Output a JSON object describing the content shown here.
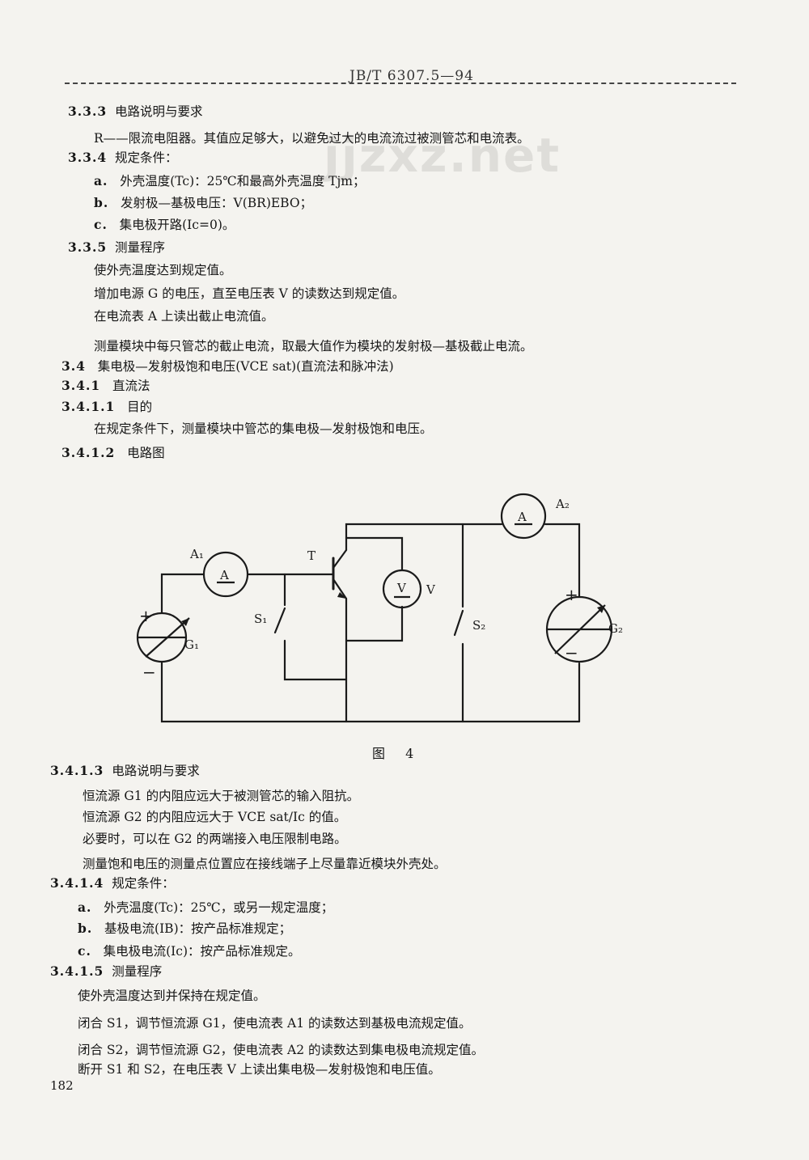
{
  "header": {
    "standard_no": "JB/T 6307.5—94"
  },
  "watermark": "jjzxz.net",
  "lines": [
    {
      "num": "3.3.3",
      "text": "电路说明与要求"
    },
    {
      "num": "",
      "text": "R——限流电阻器。其值应足够大，以避免过大的电流流过被测管芯和电流表。"
    },
    {
      "num": "3.3.4",
      "text": "规定条件："
    },
    {
      "num": "a.",
      "text": "外壳温度(Tc)：25℃和最高外壳温度 Tjm；"
    },
    {
      "num": "b.",
      "text": "发射极—基极电压：V(BR)EBO；"
    },
    {
      "num": "c.",
      "text": "集电极开路(Ic=0)。"
    },
    {
      "num": "3.3.5",
      "text": "测量程序"
    },
    {
      "num": "",
      "text": "使外壳温度达到规定值。"
    },
    {
      "num": "",
      "text": "增加电源 G 的电压，直至电压表 V 的读数达到规定值。"
    },
    {
      "num": "",
      "text": "在电流表 A 上读出截止电流值。"
    },
    {
      "num": "",
      "text": "测量模块中每只管芯的截止电流，取最大值作为模块的发射极—基极截止电流。"
    },
    {
      "num": "3.4",
      "text": "集电极—发射极饱和电压(VCE sat)(直流法和脉冲法)"
    },
    {
      "num": "3.4.1",
      "text": "直流法"
    },
    {
      "num": "3.4.1.1",
      "text": "目的"
    },
    {
      "num": "",
      "text": "在规定条件下，测量模块中管芯的集电极—发射极饱和电压。"
    },
    {
      "num": "3.4.1.2",
      "text": "电路图"
    },
    {
      "num": "3.4.1.3",
      "text": "电路说明与要求"
    },
    {
      "num": "",
      "text": "恒流源 G1 的内阻应远大于被测管芯的输入阻抗。"
    },
    {
      "num": "",
      "text": "恒流源 G2 的内阻应远大于 VCE sat/Ic 的值。"
    },
    {
      "num": "",
      "text": "必要时，可以在 G2 的两端接入电压限制电路。"
    },
    {
      "num": "",
      "text": "测量饱和电压的测量点位置应在接线端子上尽量靠近模块外壳处。"
    },
    {
      "num": "3.4.1.4",
      "text": "规定条件："
    },
    {
      "num": "a.",
      "text": "外壳温度(Tc)：25℃，或另一规定温度；"
    },
    {
      "num": "b.",
      "text": "基极电流(IB)：按产品标准规定；"
    },
    {
      "num": "c.",
      "text": "集电极电流(Ic)：按产品标准规定。"
    },
    {
      "num": "3.4.1.5",
      "text": "测量程序"
    },
    {
      "num": "",
      "text": "使外壳温度达到并保持在规定值。"
    },
    {
      "num": "",
      "text": "闭合 S1，调节恒流源 G1，使电流表 A1 的读数达到基极电流规定值。"
    },
    {
      "num": "",
      "text": "闭合 S2，调节恒流源 G2，使电流表 A2 的读数达到集电极电流规定值。"
    },
    {
      "num": "",
      "text": "断开 S1 和 S2，在电压表 V 上读出集电极—发射极饱和电压值。"
    }
  ],
  "figure": {
    "caption": "图 4",
    "labels": {
      "A1": "A₁",
      "A2": "A₂",
      "T": "T",
      "V": "V",
      "S1": "S₁",
      "S2": "S₂",
      "G1": "G₁",
      "G2": "G₂",
      "meter_A": "A",
      "meter_V": "V",
      "plus": "+",
      "minus": "−"
    }
  },
  "page_number": "182"
}
